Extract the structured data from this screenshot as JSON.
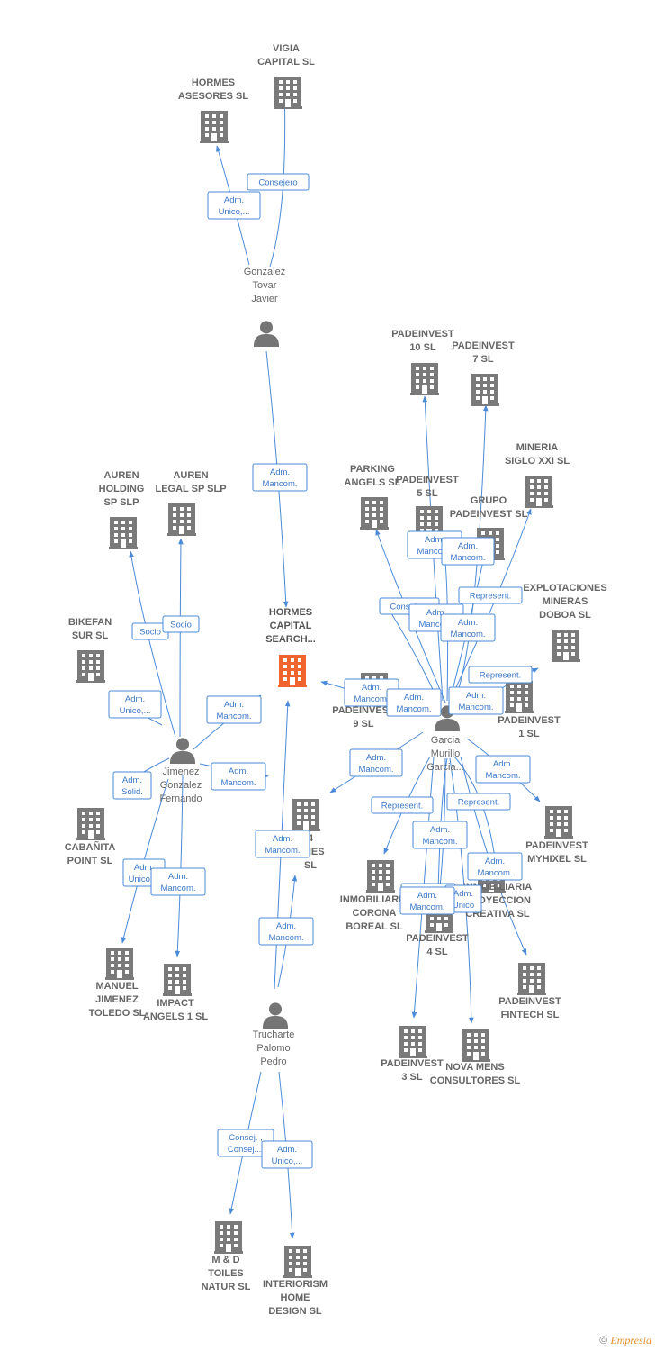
{
  "colors": {
    "company": "#7a7a7a",
    "focus": "#f0652d",
    "person": "#757575",
    "edge": "#4a8ad8"
  },
  "diagram": {
    "nodes": [
      {
        "id": "vigia",
        "kind": "company",
        "lines": [
          "VIGIA",
          "CAPITAL  SL"
        ]
      },
      {
        "id": "hormes_ases",
        "kind": "company",
        "lines": [
          "HORMES",
          "ASESORES SL"
        ]
      },
      {
        "id": "gonzalez",
        "kind": "person",
        "lines": [
          "Gonzalez",
          "Tovar",
          "Javier"
        ]
      },
      {
        "id": "padeinvest10",
        "kind": "company",
        "lines": [
          "PADEINVEST",
          "10  SL"
        ]
      },
      {
        "id": "padeinvest7",
        "kind": "company",
        "lines": [
          "PADEINVEST",
          "7  SL"
        ]
      },
      {
        "id": "mineria",
        "kind": "company",
        "lines": [
          "MINERIA",
          "SIGLO XXI  SL"
        ]
      },
      {
        "id": "parking",
        "kind": "company",
        "lines": [
          "PARKING",
          "ANGELS SL"
        ]
      },
      {
        "id": "padeinvest5",
        "kind": "company",
        "lines": [
          "PADEINVEST",
          "5  SL"
        ]
      },
      {
        "id": "grupo",
        "kind": "company",
        "lines": [
          "GRUPO",
          "PADEINVEST SL"
        ]
      },
      {
        "id": "auren_hold",
        "kind": "company",
        "lines": [
          "AUREN",
          "HOLDING",
          "SP  SLP"
        ]
      },
      {
        "id": "auren_legal",
        "kind": "company",
        "lines": [
          "AUREN",
          "LEGAL SP  SLP"
        ]
      },
      {
        "id": "explot",
        "kind": "company",
        "lines": [
          "EXPLOTACIONES",
          "MINERAS",
          "DOBOA  SL"
        ]
      },
      {
        "id": "hormes_cap",
        "kind": "focus",
        "lines": [
          "HORMES",
          "CAPITAL",
          "SEARCH..."
        ]
      },
      {
        "id": "bikefan",
        "kind": "company",
        "lines": [
          "BIKEFAN",
          "SUR  SL"
        ]
      },
      {
        "id": "padeinvest9",
        "kind": "company",
        "lines": [
          "PADEINVEST",
          "9  SL"
        ]
      },
      {
        "id": "padeinvest1",
        "kind": "company",
        "lines": [
          "PADEINVEST",
          "1 SL"
        ]
      },
      {
        "id": "garcia",
        "kind": "person",
        "lines": [
          "Garcia",
          "Murillo",
          "Garcia..."
        ]
      },
      {
        "id": "jimenez",
        "kind": "person",
        "lines": [
          "Jimenez",
          "Gonzalez",
          "Fernando"
        ]
      },
      {
        "id": "cabanita",
        "kind": "company",
        "lines": [
          "CABAÑITA",
          "POINT SL"
        ]
      },
      {
        "id": "inv4",
        "kind": "company",
        "lines": [
          "4",
          "ONES",
          "SL"
        ]
      },
      {
        "id": "myhixel",
        "kind": "company",
        "lines": [
          "PADEINVEST",
          "MYHIXEL  SL"
        ]
      },
      {
        "id": "corona",
        "kind": "company",
        "lines": [
          "INMOBILIARIA",
          "CORONA",
          "BOREAL SL"
        ]
      },
      {
        "id": "proyeccion",
        "kind": "company",
        "lines": [
          "INMOBILIARIA",
          "PROYECCION",
          "CREATIVA SL"
        ]
      },
      {
        "id": "padeinvest4",
        "kind": "company",
        "lines": [
          "PADEINVEST",
          "4 SL"
        ]
      },
      {
        "id": "manuel",
        "kind": "company",
        "lines": [
          "MANUEL",
          "JIMENEZ",
          "TOLEDO SL"
        ]
      },
      {
        "id": "impact",
        "kind": "company",
        "lines": [
          "IMPACT",
          "ANGELS 1  SL"
        ]
      },
      {
        "id": "fintech",
        "kind": "company",
        "lines": [
          "PADEINVEST",
          "FINTECH  SL"
        ]
      },
      {
        "id": "trucharte",
        "kind": "person",
        "lines": [
          "Trucharte",
          "Palomo",
          "Pedro"
        ]
      },
      {
        "id": "padeinvest3",
        "kind": "company",
        "lines": [
          "PADEINVEST",
          "3 SL"
        ]
      },
      {
        "id": "novamens",
        "kind": "company",
        "lines": [
          "NOVA MENS",
          "CONSULTORES SL"
        ]
      },
      {
        "id": "mdtoiles",
        "kind": "company",
        "lines": [
          "M & D",
          "TOILES",
          "NATUR SL"
        ]
      },
      {
        "id": "interiorism",
        "kind": "company",
        "lines": [
          "INTERIORISM",
          "HOME",
          "DESIGN SL"
        ]
      }
    ],
    "edges": [
      {
        "id": "e1",
        "lines": [
          "Consejero"
        ]
      },
      {
        "id": "e2",
        "lines": [
          "Adm.",
          "Unico,..."
        ]
      },
      {
        "id": "e3",
        "lines": [
          "Adm.",
          "Mancom."
        ]
      },
      {
        "id": "e4",
        "lines": [
          "Socio"
        ]
      },
      {
        "id": "e5",
        "lines": [
          "Socio"
        ]
      },
      {
        "id": "e6",
        "lines": [
          "Adm.",
          "Unico,..."
        ]
      },
      {
        "id": "e7",
        "lines": [
          "Adm.",
          "Mancom."
        ]
      },
      {
        "id": "e8",
        "lines": [
          "Adm.",
          "Mancom."
        ]
      },
      {
        "id": "e9",
        "lines": [
          "Adm.",
          "Solid."
        ]
      },
      {
        "id": "e10",
        "lines": [
          "Adm.",
          "Unico,..."
        ]
      },
      {
        "id": "e11",
        "lines": [
          "Adm.",
          "Mancom."
        ]
      },
      {
        "id": "e12",
        "lines": [
          "Adm.",
          "Mancom."
        ]
      },
      {
        "id": "e13",
        "lines": [
          "Adm.",
          "Mancom."
        ]
      },
      {
        "id": "e14",
        "lines": [
          "Consej. ,",
          "Consej...."
        ]
      },
      {
        "id": "e15",
        "lines": [
          "Adm.",
          "Unico,..."
        ]
      },
      {
        "id": "e16",
        "lines": [
          "Adm.",
          "Mancom."
        ]
      },
      {
        "id": "e17",
        "lines": [
          "Adm.",
          "Mancom."
        ]
      },
      {
        "id": "e18",
        "lines": [
          "Consejero"
        ]
      },
      {
        "id": "e19",
        "lines": [
          "Represent."
        ]
      },
      {
        "id": "e20",
        "lines": [
          "Adm.",
          "Mancom."
        ]
      },
      {
        "id": "e21",
        "lines": [
          "Adm.",
          "Mancom."
        ]
      },
      {
        "id": "e22",
        "lines": [
          "Adm.",
          "Mancom."
        ]
      },
      {
        "id": "e23",
        "lines": [
          "Represent."
        ]
      },
      {
        "id": "e24",
        "lines": [
          "Adm.",
          "Mancom."
        ]
      },
      {
        "id": "e25",
        "lines": [
          "Adm.",
          "Mancom."
        ]
      },
      {
        "id": "e26",
        "lines": [
          "Adm.",
          "Mancom."
        ]
      },
      {
        "id": "e27",
        "lines": [
          "Adm.",
          "Mancom."
        ]
      },
      {
        "id": "e28",
        "lines": [
          "Adm.",
          "Mancom."
        ]
      },
      {
        "id": "e29",
        "lines": [
          "Represent."
        ]
      },
      {
        "id": "e30",
        "lines": [
          "Represent."
        ]
      },
      {
        "id": "e31",
        "lines": [
          "Adm.",
          "Mancom."
        ]
      },
      {
        "id": "e32",
        "lines": [
          "Adm.",
          "Mancom."
        ]
      },
      {
        "id": "e33",
        "lines": [
          "Adm.",
          "Unico"
        ]
      },
      {
        "id": "e34",
        "lines": [
          "Adm.",
          "Mancom."
        ]
      }
    ]
  },
  "footer": {
    "copyright": "©",
    "brand": "Empresia"
  }
}
